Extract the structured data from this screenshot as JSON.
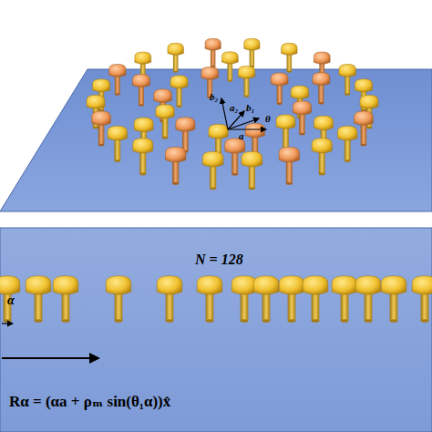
{
  "diagram": {
    "labels": [
      "b₂",
      "a₂",
      "b₁",
      "a",
      "θ",
      "N = 128",
      "α",
      "Rα = (αa + ρₘ sin(θ₁α))x̂"
    ]
  }
}
